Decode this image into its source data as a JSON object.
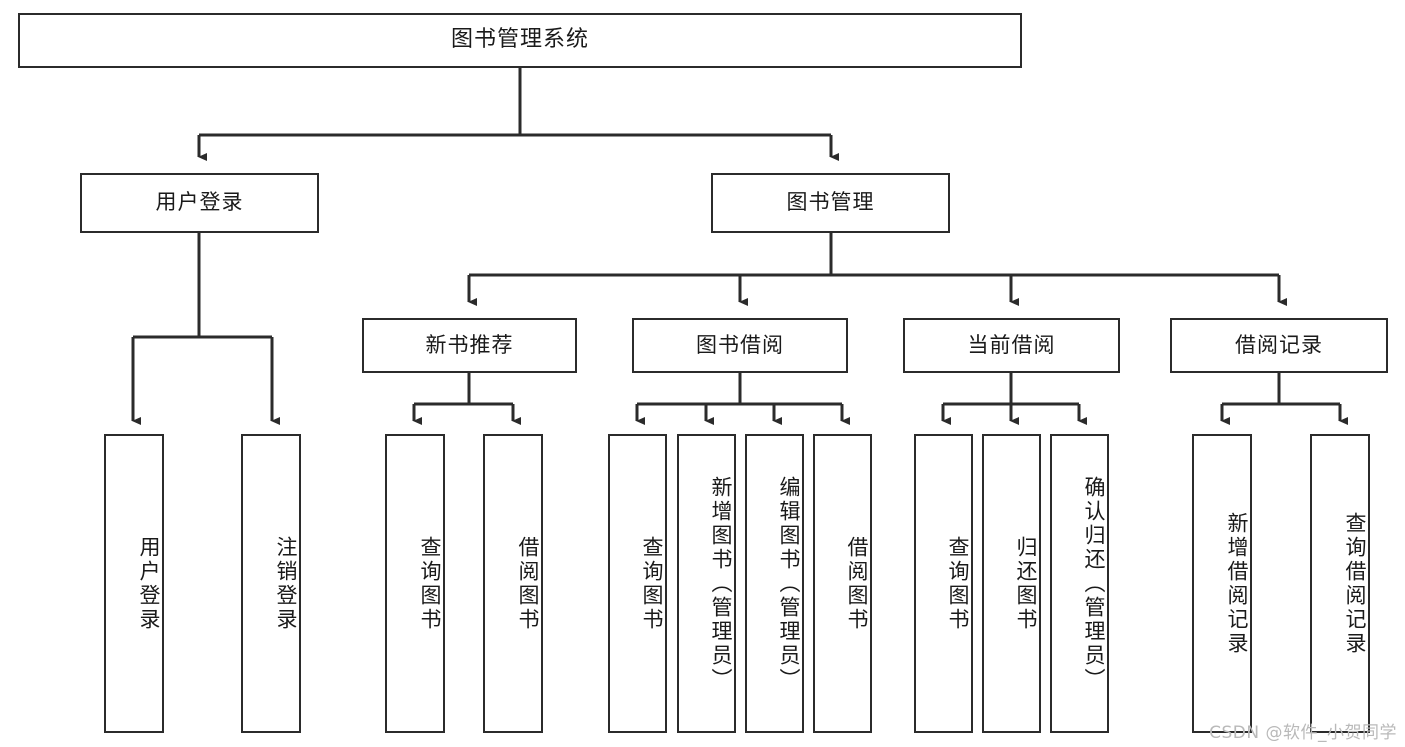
{
  "diagram": {
    "title": "图书管理系统",
    "type": "tree-hierarchy",
    "watermark": "CSDN @软件_小贺同学",
    "line_color": "#2b2b2b",
    "box_fill": "#ffffff",
    "text_color": "#1a1a1a",
    "levels": [
      {
        "level": 1,
        "nodes": [
          {
            "id": "root",
            "label": "图书管理系统",
            "orientation": "horizontal"
          }
        ]
      },
      {
        "level": 2,
        "nodes": [
          {
            "id": "l2-user-login",
            "label": "用户登录",
            "orientation": "horizontal",
            "parent": "root"
          },
          {
            "id": "l2-book-manage",
            "label": "图书管理",
            "orientation": "horizontal",
            "parent": "root"
          }
        ]
      },
      {
        "level": 3,
        "nodes": [
          {
            "id": "l3-new-book-rec",
            "label": "新书推荐",
            "orientation": "horizontal",
            "parent": "l2-book-manage"
          },
          {
            "id": "l3-book-borrow",
            "label": "图书借阅",
            "orientation": "horizontal",
            "parent": "l2-book-manage"
          },
          {
            "id": "l3-current-borrow",
            "label": "当前借阅",
            "orientation": "horizontal",
            "parent": "l2-book-manage"
          },
          {
            "id": "l3-borrow-record",
            "label": "借阅记录",
            "orientation": "horizontal",
            "parent": "l2-book-manage"
          }
        ]
      },
      {
        "level": 4,
        "nodes": [
          {
            "id": "leaf-user-login",
            "label": "用户登录",
            "orientation": "vertical",
            "parent": "l2-user-login"
          },
          {
            "id": "leaf-logout-login",
            "label": "注销登录",
            "orientation": "vertical",
            "parent": "l2-user-login"
          },
          {
            "id": "leaf-query-book-1",
            "label": "查询图书",
            "orientation": "vertical",
            "parent": "l3-new-book-rec"
          },
          {
            "id": "leaf-borrow-book-1",
            "label": "借阅图书",
            "orientation": "vertical",
            "parent": "l3-new-book-rec"
          },
          {
            "id": "leaf-query-book-2",
            "label": "查询图书",
            "orientation": "vertical",
            "parent": "l3-book-borrow"
          },
          {
            "id": "leaf-add-book",
            "label": "新增图书（管理员）",
            "orientation": "vertical",
            "parent": "l3-book-borrow"
          },
          {
            "id": "leaf-edit-book",
            "label": "编辑图书（管理员）",
            "orientation": "vertical",
            "parent": "l3-book-borrow"
          },
          {
            "id": "leaf-borrow-book-2",
            "label": "借阅图书",
            "orientation": "vertical",
            "parent": "l3-book-borrow"
          },
          {
            "id": "leaf-query-book-3",
            "label": "查询图书",
            "orientation": "vertical",
            "parent": "l3-current-borrow"
          },
          {
            "id": "leaf-return-book",
            "label": "归还图书",
            "orientation": "vertical",
            "parent": "l3-current-borrow"
          },
          {
            "id": "leaf-confirm-return",
            "label": "确认归还（管理员）",
            "orientation": "vertical",
            "parent": "l3-current-borrow"
          },
          {
            "id": "leaf-add-record",
            "label": "新增借阅记录",
            "orientation": "vertical",
            "parent": "l3-borrow-record"
          },
          {
            "id": "leaf-query-record",
            "label": "查询借阅记录",
            "orientation": "vertical",
            "parent": "l3-borrow-record"
          }
        ]
      }
    ]
  }
}
